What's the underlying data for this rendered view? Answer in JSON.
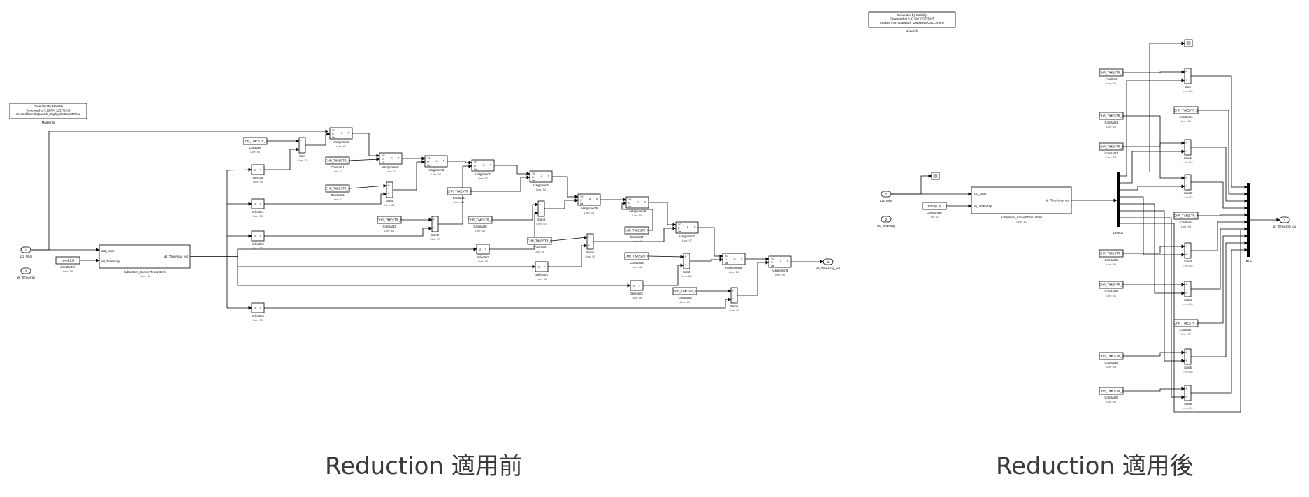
{
  "captions": {
    "before": "Reduction 適用前",
    "after": "Reduction 適用後"
  },
  "left": {
    "info": {
      "lines": [
        "Generated by Modelify",
        "Generated at 5:15 PM 11/27/2015",
        "Created from Stopwatch_Display.slx/CalcCNTime"
      ],
      "label": "Modelinfo"
    },
    "inports": [
      {
        "num": "1",
        "name": "u32_Msm"
      },
      {
        "num": "2",
        "name": "u8_TimeArray"
      }
    ],
    "outport": {
      "num": "1",
      "name": "u8_TimeArray_out"
    },
    "const_zero": {
      "text": "zeros(1,8)",
      "name": "Constant10",
      "line": "Line: 15"
    },
    "subsystem": {
      "port1": "u32_Msm",
      "port2": "u8_TimeArray",
      "out": "u8_TimeArray_out",
      "name": "Subsystem_ConvertTime100ms",
      "line": "Line: 15"
    },
    "constants": [
      {
        "text": "CHR_TIMESTR_0",
        "name": "Constant",
        "line": "Line: 60"
      },
      {
        "text": "CHR_TIMESTR_1",
        "name": "Constant1",
        "line": "Line: 61"
      },
      {
        "text": "CHR_TIMESTR_2",
        "name": "Constant2",
        "line": "Line: 62"
      },
      {
        "text": "CHR_TIMESTR_3",
        "name": "Constant3",
        "line": "Line: 63"
      },
      {
        "text": "CHR_TIMESTR_4",
        "name": "Constant4",
        "line": "Line: 64"
      },
      {
        "text": "CHR_TIMESTR_5",
        "name": "Constant5",
        "line": "Line: 65"
      },
      {
        "text": "CHR_TIMESTR_6",
        "name": "Constant6",
        "line": "Line: 66"
      },
      {
        "text": "CHR_TIMESTR_7",
        "name": "Constant7",
        "line": "Line: 67"
      },
      {
        "text": "CHR_TIMESTR_8",
        "name": "Constant8",
        "line": "Line: 68"
      },
      {
        "text": "CHR_TIMESTR_9",
        "name": "Constant9",
        "line": "Line: 69"
      }
    ],
    "selectors": [
      {
        "name": "Selector",
        "line": "Line: 50"
      },
      {
        "name": "Selector1",
        "line": "Line: 52"
      },
      {
        "name": "Selector2",
        "line": "Line: 53"
      },
      {
        "name": "Selector3",
        "line": "Line: 55"
      },
      {
        "name": "Selector4",
        "line": "Line: 56"
      },
      {
        "name": "Selector5",
        "line": "Line: 58"
      },
      {
        "name": "Selector6",
        "line": "Line: 59"
      }
    ],
    "sums": [
      {
        "name": "Sum",
        "line": "Line: 70"
      },
      {
        "name": "Sum1",
        "line": "Line: 82"
      },
      {
        "name": "Sum2",
        "line": "Line: 73"
      },
      {
        "name": "Sum3",
        "line": "Line: 55"
      },
      {
        "name": "Sum4",
        "line": "Line: 56"
      },
      {
        "name": "Sum5",
        "line": "Line: 58"
      },
      {
        "name": "Sum6",
        "line": "Line: 59"
      }
    ],
    "assignments": [
      {
        "name": "Assignment",
        "line": "Line: 80"
      },
      {
        "name": "Assignment1",
        "line": "Line: 41"
      },
      {
        "name": "Assignment2",
        "line": "Line: 52"
      },
      {
        "name": "Assignment3",
        "line": "Line: 53"
      },
      {
        "name": "Assignment4",
        "line": "Line: 54"
      },
      {
        "name": "Assignment5",
        "line": "Line: 55"
      },
      {
        "name": "Assignment6",
        "line": "Line: 56"
      },
      {
        "name": "Assignment7",
        "line": "Line: 57"
      },
      {
        "name": "Assignment8",
        "line": "Line: 58"
      },
      {
        "name": "Assignment9",
        "line": "Line: 59"
      }
    ]
  },
  "right": {
    "info": {
      "lines": [
        "Generated by Modelify",
        "Generated at 5:47 PM 11/27/2015",
        "Created from Stopwatch_Display.slx/CalcCNTime"
      ],
      "label": "Modelinfo"
    },
    "inports": [
      {
        "num": "1",
        "name": "u32_Msm"
      },
      {
        "num": "2",
        "name": "u8_TimeArray"
      }
    ],
    "outport": {
      "num": "1",
      "name": "u8_TimeArray_out"
    },
    "const_zero": {
      "text": "zeros(1,8)",
      "name": "Constant10",
      "line": "Line: 15"
    },
    "subsystem": {
      "port1": "u32_Msm",
      "port2": "u8_TimeArray",
      "out": "u8_TimeArray_out",
      "name": "Subsystem_ConvertTime100ms",
      "line": "Line: 15"
    },
    "demux": "Demux",
    "mux": "Mux",
    "constants": [
      {
        "text": "CHR_TIMESTR_0",
        "name": "Constant",
        "line": "Line: 50"
      },
      {
        "text": "CHR_TIMESTR_1",
        "name": "Constant1",
        "line": "Line: 51"
      },
      {
        "text": "CHR_TIMESTR_2",
        "name": "Constant2",
        "line": "Line: 52"
      },
      {
        "text": "CHR_TIMESTR_3",
        "name": "Constant3",
        "line": "Line: 53"
      },
      {
        "text": "CHR_TIMESTR_4",
        "name": "Constant4",
        "line": "Line: 54"
      },
      {
        "text": "CHR_TIMESTR_5",
        "name": "Constant5",
        "line": "Line: 55"
      },
      {
        "text": "CHR_TIMESTR_6",
        "name": "Constant6",
        "line": "Line: 56"
      },
      {
        "text": "CHR_TIMESTR_7",
        "name": "Constant7",
        "line": "Line: 57"
      },
      {
        "text": "CHR_TIMESTR_8",
        "name": "Constant8",
        "line": "Line: 58"
      },
      {
        "text": "CHR_TIMESTR_9",
        "name": "Constant9",
        "line": "Line: 59"
      }
    ],
    "sums": [
      {
        "name": "Sum",
        "line": "Line: 50"
      },
      {
        "name": "Sum1",
        "line": "Line: 52"
      },
      {
        "name": "Sum2",
        "line": "Line: 53"
      },
      {
        "name": "Sum3",
        "line": "Line: 55"
      },
      {
        "name": "Sum4",
        "line": "Line: 56"
      },
      {
        "name": "Sum5",
        "line": "Line: 58"
      },
      {
        "name": "Sum6",
        "line": "Line: 59"
      }
    ]
  }
}
